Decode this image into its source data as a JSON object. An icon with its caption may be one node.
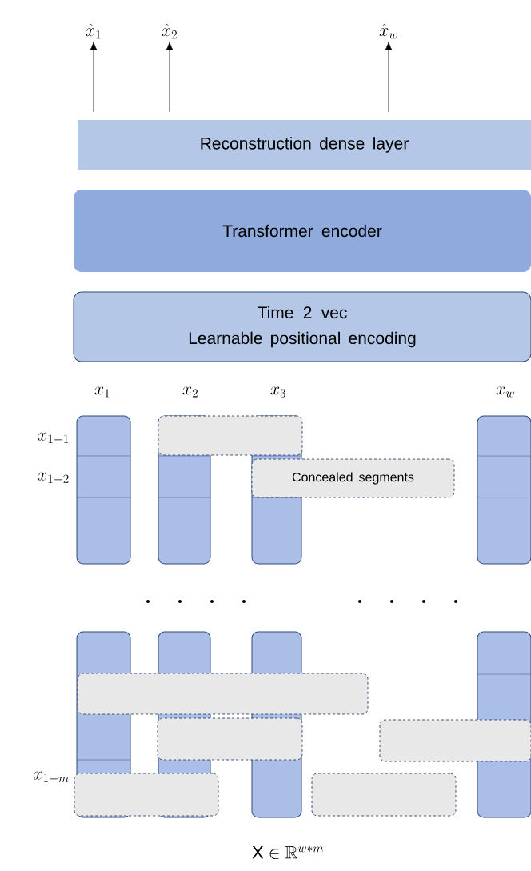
{
  "diagram": {
    "nodes": [
      {
        "text": [
          "\\hat{x}_1"
        ]
      },
      {
        "text": [
          "\\hat{x}_2"
        ]
      },
      {
        "text": [
          "\\hat{x}_w"
        ]
      },
      {
        "text": [
          "Reconstruction dense layer"
        ]
      },
      {
        "text": [
          "Transformer encoder"
        ]
      },
      {
        "text": [
          "Time 2 vec",
          "Learnable positional encoding"
        ]
      },
      {
        "text": [],
        "shape": "bar"
      },
      {
        "text": [],
        "shape": "bar"
      },
      {
        "text": [],
        "shape": "bar"
      },
      {
        "text": [],
        "shape": "bar"
      },
      {
        "text": [],
        "shape": "box"
      },
      {
        "text": [
          "Concealed segments"
        ]
      },
      {
        "text": [],
        "shape": "bar"
      },
      {
        "text": [],
        "shape": "bar"
      },
      {
        "text": [],
        "shape": "bar"
      },
      {
        "text": [],
        "shape": "bar"
      },
      {
        "text": [],
        "shape": "box"
      },
      {
        "text": [],
        "shape": "box"
      },
      {
        "text": [],
        "shape": "box"
      },
      {
        "text": [],
        "shape": "box"
      },
      {
        "text": [],
        "shape": "box"
      }
    ],
    "edges": [
      {
        "from": 3,
        "to": 0,
        "arrow": "to"
      },
      {
        "from": 3,
        "to": 1,
        "arrow": "to"
      },
      {
        "from": 3,
        "to": 2,
        "arrow": "to"
      }
    ],
    "labels": [
      "x_1",
      "x_2",
      "x_3",
      "x_w",
      "x_{1-1}",
      "x_{1-2}",
      "x_{1-m}",
      "\\mathrm{X}\\in\\mathbb{R}^{w*m}"
    ]
  }
}
